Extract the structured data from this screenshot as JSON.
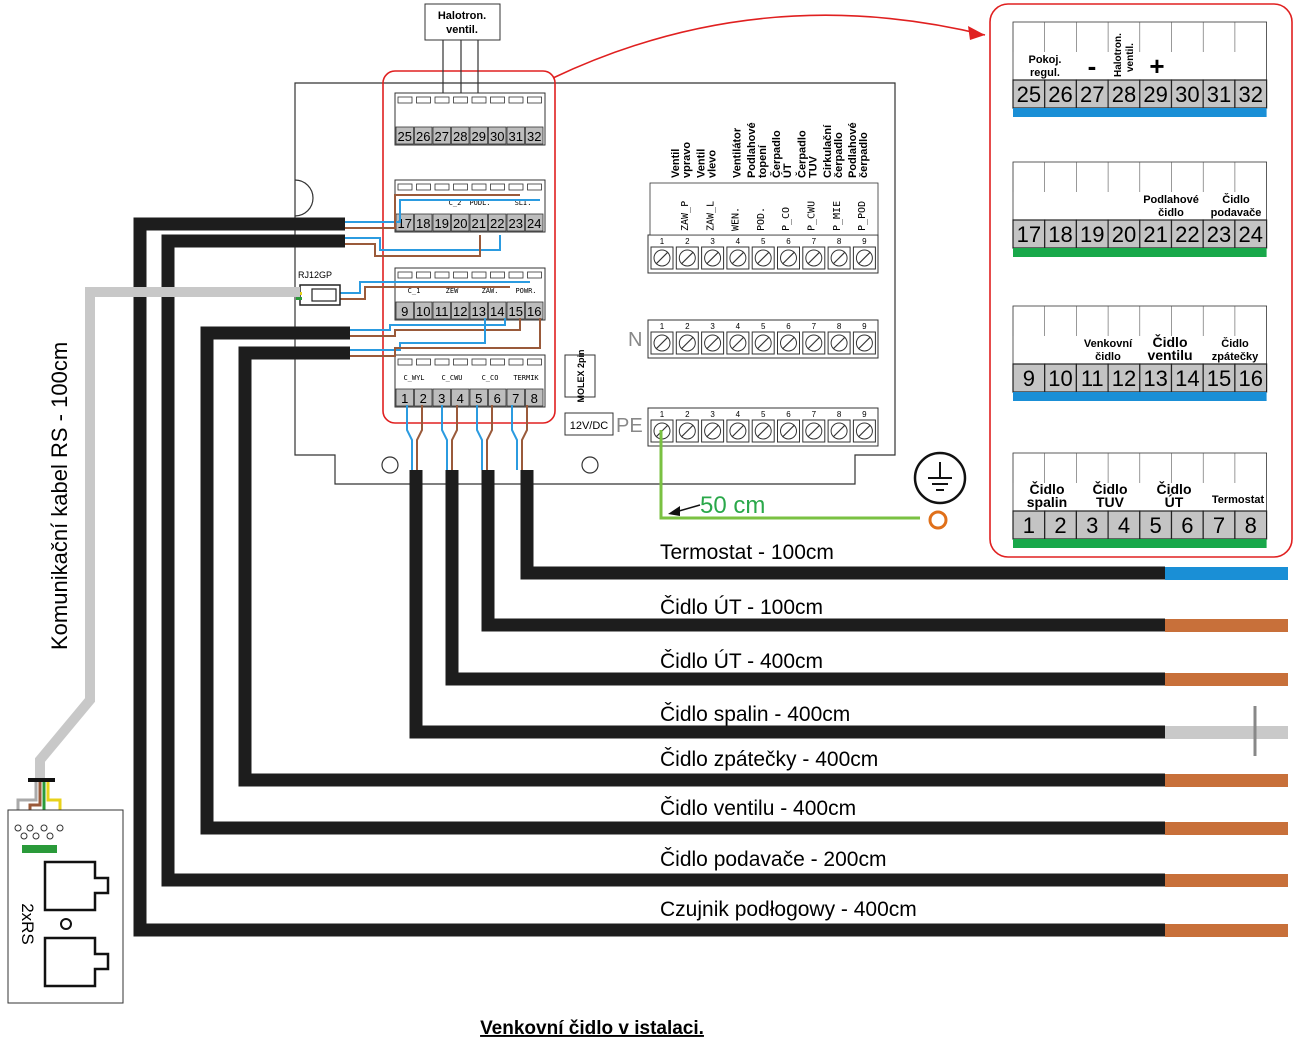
{
  "caption": "Venkovní čidlo v istalaci.",
  "rs_cable_label": "Komunikační kabel RS - 100cm",
  "rs_module_label": "2xRS",
  "rj_connector_label": "RJ12GP",
  "molex_label": "MOLEX 2pin",
  "power_label": "12V/DC",
  "n_label": "N",
  "pe_label": "PE",
  "ground_wire_length": "50 cm",
  "halotron_label": "Halotron. ventil.",
  "cables": [
    {
      "label": "Termostat - 100cm",
      "end_color": "#1a8fd6"
    },
    {
      "label": "Čidlo ÚT - 100cm",
      "end_color": "#c8703a"
    },
    {
      "label": "Čidlo ÚT - 400cm",
      "end_color": "#c8703a"
    },
    {
      "label": "Čidlo spalin - 400cm",
      "end_color": "#c9c9c9"
    },
    {
      "label": "Čidlo zpátečky - 400cm",
      "end_color": "#c8703a"
    },
    {
      "label": "Čidlo ventilu - 400cm",
      "end_color": "#c8703a"
    },
    {
      "label": "Čidlo podavače - 200cm",
      "end_color": "#c8703a"
    },
    {
      "label": "Czujnik podłogowy - 400cm",
      "end_color": "#c8703a"
    }
  ],
  "connector_blocks": [
    {
      "pins": [
        "25",
        "26",
        "27",
        "28",
        "29",
        "30",
        "31",
        "32"
      ],
      "labels": [],
      "bar_color": "#1a8fd6"
    },
    {
      "pins": [
        "17",
        "18",
        "19",
        "20",
        "21",
        "22",
        "23",
        "24"
      ],
      "labels": [
        "C_2",
        "PODL.",
        "SLI."
      ],
      "bar_color": "#18a84a"
    },
    {
      "pins": [
        "9",
        "10",
        "11",
        "12",
        "13",
        "14",
        "15",
        "16"
      ],
      "labels": [
        "C_1",
        "ZEW",
        "ZAW.",
        "POWR."
      ],
      "bar_color": "#1a8fd6"
    },
    {
      "pins": [
        "1",
        "2",
        "3",
        "4",
        "5",
        "6",
        "7",
        "8"
      ],
      "labels": [
        "C_WYL",
        "C_CWU",
        "C_CO",
        "TERMIK"
      ],
      "bar_color": "#18a84a"
    }
  ],
  "legend_blocks": [
    {
      "pins": [
        "25",
        "26",
        "27",
        "28",
        "29",
        "30",
        "31",
        "32"
      ],
      "labels": [
        "Pokoj. regul.",
        "-",
        "Halotron. ventil.",
        "+"
      ]
    },
    {
      "pins": [
        "17",
        "18",
        "19",
        "20",
        "21",
        "22",
        "23",
        "24"
      ],
      "labels": [
        "Podlahové čidlo",
        "Čidlo podavače"
      ]
    },
    {
      "pins": [
        "9",
        "10",
        "11",
        "12",
        "13",
        "14",
        "15",
        "16"
      ],
      "labels": [
        "Venkovní čidlo",
        "Čidlo ventilu",
        "Čidlo zpátečky"
      ]
    },
    {
      "pins": [
        "1",
        "2",
        "3",
        "4",
        "5",
        "6",
        "7",
        "8"
      ],
      "labels": [
        "Čidlo spalin",
        "Čidlo TUV",
        "Čidlo ÚT",
        "Termostat"
      ]
    }
  ],
  "terminal_codes": [
    "ZAW_P",
    "ZAW_L",
    "WEN.",
    "POD.",
    "P_CO",
    "P_CWU",
    "P_MIE",
    "P_POD"
  ],
  "terminal_headers": [
    "Ventil vpravo",
    "Ventil vlevo",
    "Ventilátor",
    "Podlahové topení",
    "Čerpadlo ÚT",
    "Čerpadlo TUV",
    "Cirkulační čerpadlo",
    "Podlahové čerpadlo"
  ],
  "terminal_numbers": [
    "1",
    "2",
    "3",
    "4",
    "5",
    "6",
    "7",
    "8",
    "9"
  ],
  "colors": {
    "cable": "#1d1d1d",
    "rs_cable": "#c8c8c8",
    "frame": "#e02020",
    "wire_blue": "#2b9be0",
    "wire_brown": "#9a5a3a",
    "ground": "#7ac142"
  }
}
